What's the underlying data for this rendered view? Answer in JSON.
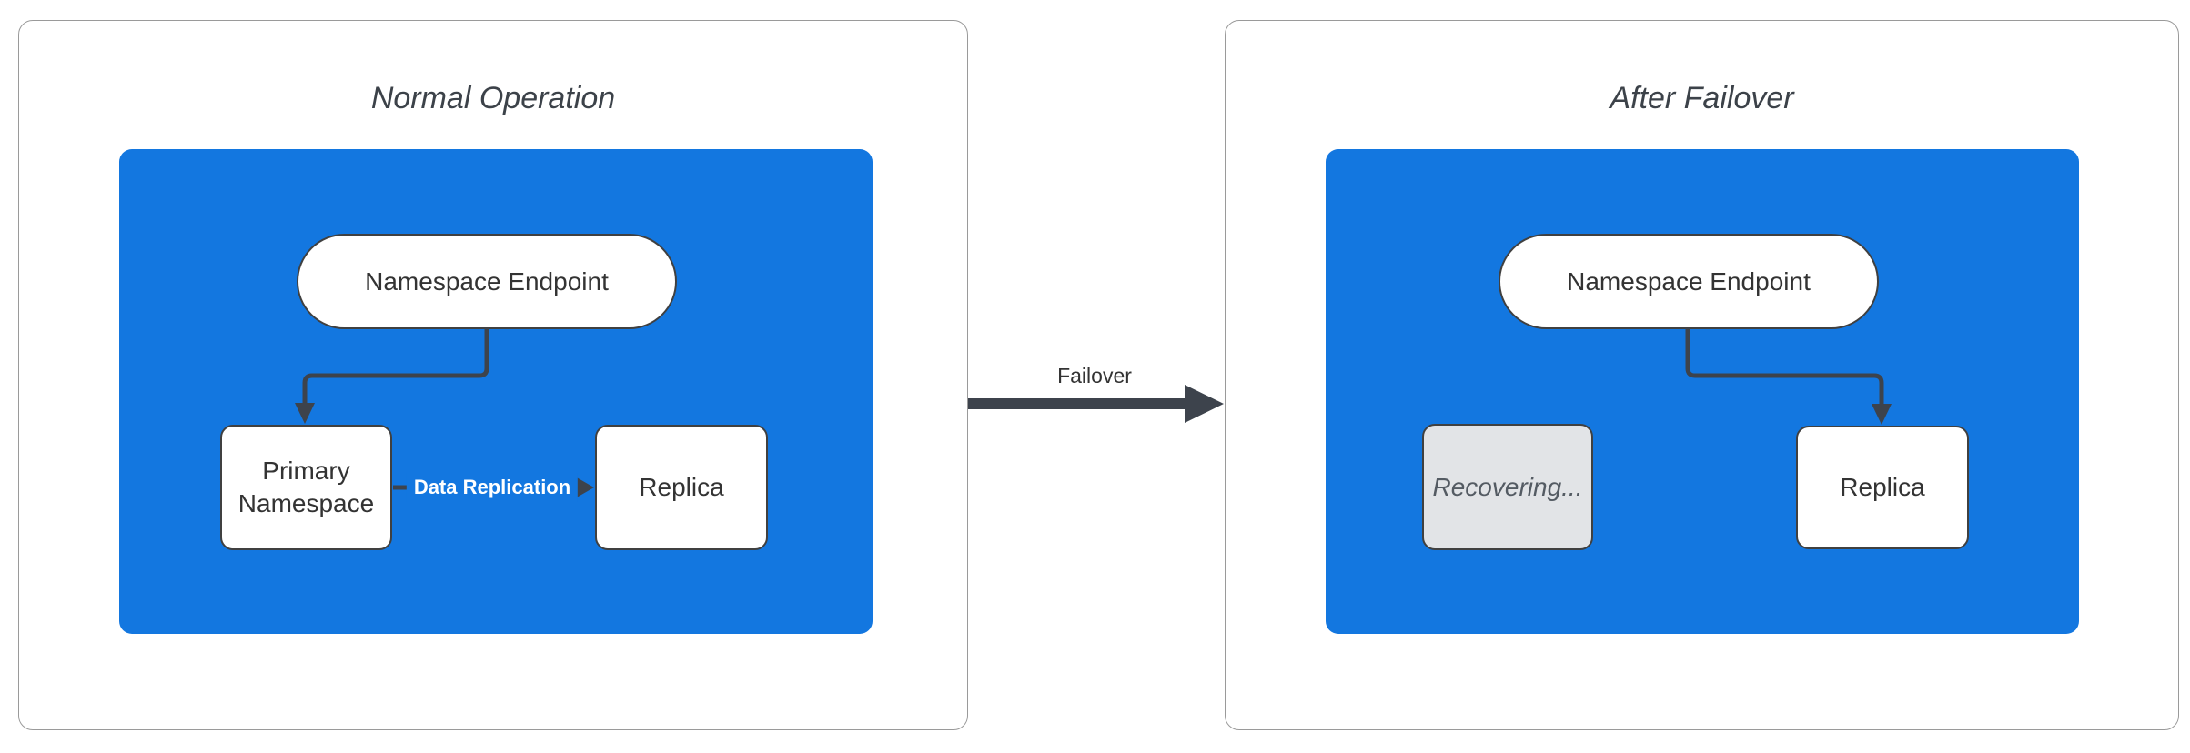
{
  "colors": {
    "cluster_fill": "#1377e0",
    "node_fill": "#ffffff",
    "node_border": "#404040",
    "edge_color": "#3d434c",
    "recovering_fill": "#e2e4e7",
    "recovering_text": "#545b63",
    "text_color": "#333333",
    "title_color": "#3c4249",
    "panel_border": "#9a9a9a",
    "page_bg": "#ffffff"
  },
  "left_panel": {
    "title": "Normal Operation",
    "endpoint_node": "Namespace Endpoint",
    "primary_node": "Primary Namespace",
    "replica_node": "Replica",
    "replication_edge_label": "Data Replication"
  },
  "failover_edge": {
    "label": "Failover"
  },
  "right_panel": {
    "title": "After Failover",
    "endpoint_node": "Namespace Endpoint",
    "recovering_node": "Recovering...",
    "replica_node": "Replica"
  }
}
